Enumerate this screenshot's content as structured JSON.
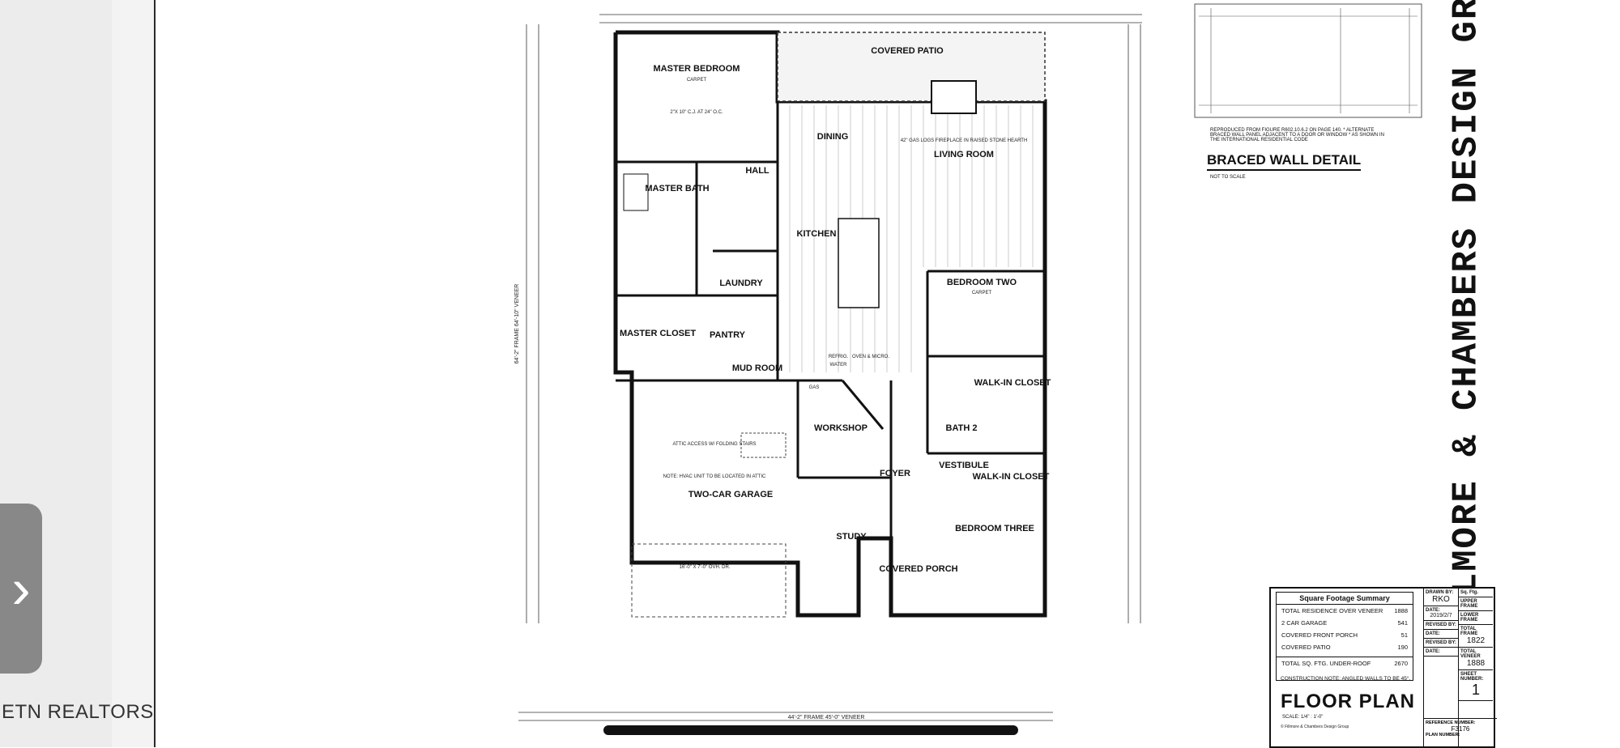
{
  "viewer": {
    "prev_glyph": "›",
    "watermark": "ETN REALTORS"
  },
  "title_vertical": "FILLMORE & CHAMBERS DESIGN GROUP",
  "braced_wall": {
    "title": "BRACED WALL DETAIL",
    "subtitle": "NOT TO SCALE",
    "note": "REPRODUCED FROM FIGURE R602.10.6.2 ON PAGE 140. * ALTERNATE BRACED WALL PANEL ADJACENT TO A DOOR OR WINDOW * AS SHOWN IN THE INTERNATIONAL RESIDENTIAL CODE"
  },
  "rooms": {
    "master_bedroom": "MASTER BEDROOM",
    "covered_patio": "COVERED PATIO",
    "dining": "DINING",
    "living_room": "LIVING ROOM",
    "hall": "HALL",
    "master_bath": "MASTER BATH",
    "kitchen": "KITCHEN",
    "laundry": "LAUNDRY",
    "bedroom_two": "BEDROOM TWO",
    "master_closet": "MASTER CLOSET",
    "pantry": "PANTRY",
    "mud_room": "MUD ROOM",
    "walk_in_closet_1": "WALK-IN CLOSET",
    "workshop": "WORKSHOP",
    "bath_2": "BATH 2",
    "two_car_garage": "TWO-CAR GARAGE",
    "foyer": "FOYER",
    "vestibule": "VESTIBULE",
    "walk_in_closet_2": "WALK-IN CLOSET",
    "study": "STUDY",
    "bedroom_three": "BEDROOM THREE",
    "covered_porch": "COVERED PORCH"
  },
  "notes": {
    "carpet": "CARPET",
    "beam_ceiling": "2\"X 10\" C.J. AT 24\" O.C.",
    "fireplace": "42\" GAS LOGS FIREPLACE IN RAISED STONE HEARTH",
    "attic": "ATTIC ACCESS W/ FOLDING STAIRS",
    "hvac": "NOTE: HVAC UNIT TO BE LOCATED IN ATTIC",
    "overhead_door": "16'-0\" X 7'-0\" OVH. DR.",
    "gas": "GAS",
    "ref": "REFRIG.",
    "oven": "OVEN & MICRO.",
    "water": "WATER",
    "dim_overall": "44'-2\" FRAME  45'-0\" VENEER",
    "dim_left": "64'-2\" FRAME  64'-10\" VENEER"
  },
  "sqft_summary": {
    "title": "Square Footage Summary",
    "rows": [
      {
        "label": "TOTAL RESIDENCE OVER VENEER",
        "value": "1888"
      },
      {
        "label": "2 CAR GARAGE",
        "value": "541"
      },
      {
        "label": "COVERED FRONT PORCH",
        "value": "51"
      },
      {
        "label": "COVERED PATIO",
        "value": "190"
      }
    ],
    "total_label": "TOTAL SQ. FTG. UNDER-ROOF",
    "total_value": "2670"
  },
  "title_block": {
    "construction_note": "CONSTRUCTION NOTE: ANGLED WALLS TO BE 45°.",
    "floor_plan": "FLOOR PLAN",
    "scale": "SCALE: 1/4\" : 1'-0\"",
    "copyright": "© Fillmore & Chambers Design Group",
    "drawn_by_label": "DRAWN BY:",
    "drawn_by": "RKO",
    "date_label": "DATE:",
    "date": "2019/2/7",
    "revised_label": "REVISED BY:",
    "sheet_label": "SHEET NUMBER:",
    "sheet": "1",
    "ref_label": "REFERENCE NUMBER:",
    "ref": "F3176",
    "plan_number_label": "PLAN NUMBER:",
    "sqft_label": "Sq. Ftg.",
    "upper_frame_label": "UPPER FRAME",
    "lower_frame_label": "LOWER FRAME",
    "total_frame_label": "TOTAL FRAME",
    "total_frame": "1822",
    "total_veneer_label": "TOTAL VENEER",
    "total_veneer": "1888"
  }
}
